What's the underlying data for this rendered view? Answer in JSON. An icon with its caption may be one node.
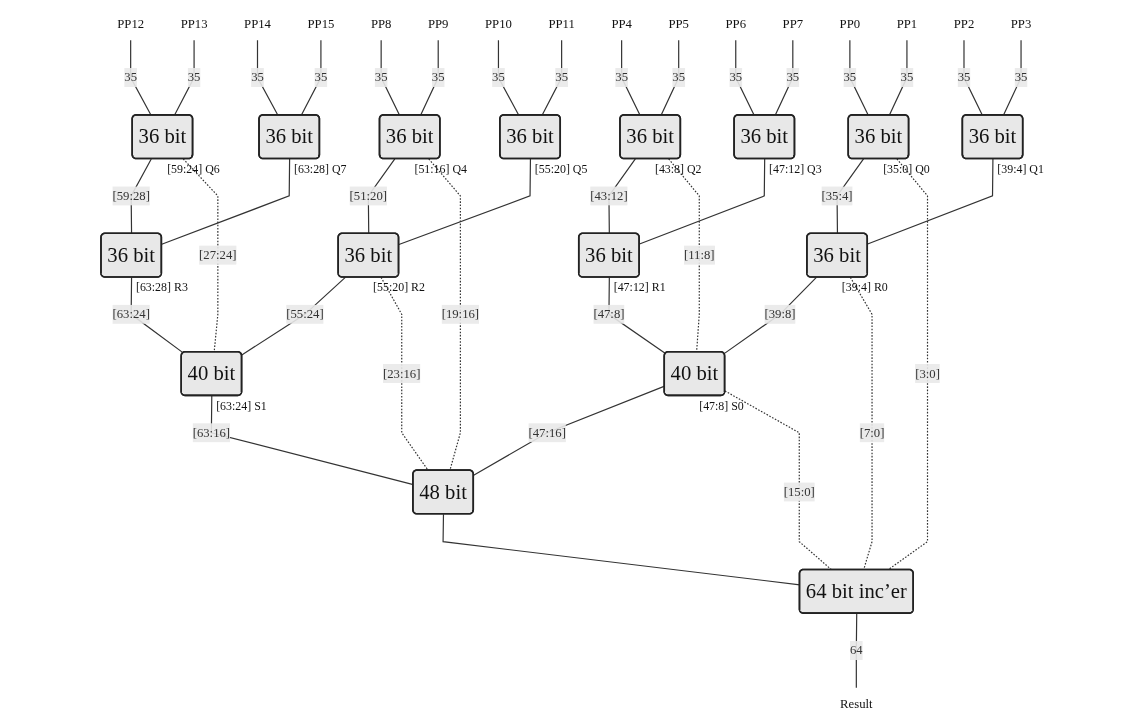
{
  "diagram": {
    "nodes": [
      {
        "text": [
          "PP0"
        ]
      },
      {
        "text": [
          "PP1"
        ]
      },
      {
        "text": [
          "PP2"
        ]
      },
      {
        "text": [
          "PP3"
        ]
      },
      {
        "text": [
          "PP4"
        ]
      },
      {
        "text": [
          "PP5"
        ]
      },
      {
        "text": [
          "PP6"
        ]
      },
      {
        "text": [
          "PP7"
        ]
      },
      {
        "text": [
          "PP8"
        ]
      },
      {
        "text": [
          "PP9"
        ]
      },
      {
        "text": [
          "PP10"
        ]
      },
      {
        "text": [
          "PP11"
        ]
      },
      {
        "text": [
          "PP12"
        ]
      },
      {
        "text": [
          "PP13"
        ]
      },
      {
        "text": [
          "PP14"
        ]
      },
      {
        "text": [
          "PP15"
        ]
      },
      {
        "text": [
          "36 bit"
        ],
        "beside": [
          "[35:0]",
          "Q0"
        ]
      },
      {
        "text": [
          "36 bit"
        ],
        "beside": [
          "[39:4]",
          "Q1"
        ]
      },
      {
        "text": [
          "36 bit"
        ],
        "beside": [
          "[43:8]",
          "Q2"
        ]
      },
      {
        "text": [
          "36 bit"
        ],
        "beside": [
          "[47:12]",
          "Q3"
        ]
      },
      {
        "text": [
          "36 bit"
        ],
        "beside": [
          "[51:16]",
          "Q4"
        ]
      },
      {
        "text": [
          "36 bit"
        ],
        "beside": [
          "[55:20]",
          "Q5"
        ]
      },
      {
        "text": [
          "36 bit"
        ],
        "beside": [
          "[59:24]",
          "Q6"
        ]
      },
      {
        "text": [
          "36 bit"
        ],
        "beside": [
          "[63:28]",
          "Q7"
        ]
      },
      {
        "text": [
          "36 bit"
        ],
        "beside": [
          "[39:4]",
          "R0"
        ]
      },
      {
        "text": [
          "36 bit"
        ],
        "beside": [
          "[47:12]",
          "R1"
        ]
      },
      {
        "text": [
          "36 bit"
        ],
        "beside": [
          "[55:20]",
          "R2"
        ]
      },
      {
        "text": [
          "36 bit"
        ],
        "beside": [
          "[63:28]",
          "R3"
        ]
      },
      {
        "text": [
          "40 bit"
        ],
        "beside": [
          "[47:8]",
          "S0"
        ]
      },
      {
        "text": [
          "40 bit"
        ],
        "beside": [
          "[63:24]",
          "S1"
        ]
      },
      {
        "text": [
          "48 bit"
        ]
      },
      {
        "text": [
          "64 bit inc’er"
        ]
      },
      {
        "text": [
          "Result"
        ]
      }
    ],
    "edges": [
      {
        "from": 0,
        "to": 16,
        "arrow": "none",
        "label": "35"
      },
      {
        "from": 1,
        "to": 16,
        "arrow": "none",
        "label": "35"
      },
      {
        "from": 2,
        "to": 17,
        "arrow": "none",
        "label": "35"
      },
      {
        "from": 3,
        "to": 17,
        "arrow": "none",
        "label": "35"
      },
      {
        "from": 4,
        "to": 18,
        "arrow": "none",
        "label": "35"
      },
      {
        "from": 5,
        "to": 18,
        "arrow": "none",
        "label": "35"
      },
      {
        "from": 6,
        "to": 19,
        "arrow": "none",
        "label": "35"
      },
      {
        "from": 7,
        "to": 19,
        "arrow": "none",
        "label": "35"
      },
      {
        "from": 8,
        "to": 20,
        "arrow": "none",
        "label": "35"
      },
      {
        "from": 9,
        "to": 20,
        "arrow": "none",
        "label": "35"
      },
      {
        "from": 10,
        "to": 21,
        "arrow": "none",
        "label": "35"
      },
      {
        "from": 11,
        "to": 21,
        "arrow": "none",
        "label": "35"
      },
      {
        "from": 12,
        "to": 22,
        "arrow": "none",
        "label": "35"
      },
      {
        "from": 13,
        "to": 22,
        "arrow": "none",
        "label": "35"
      },
      {
        "from": 14,
        "to": 23,
        "arrow": "none",
        "label": "35"
      },
      {
        "from": 15,
        "to": 23,
        "arrow": "none",
        "label": "35"
      },
      {
        "from": 16,
        "to": 24,
        "arrow": "none",
        "label": "[35:4]"
      },
      {
        "from": 17,
        "to": 24,
        "arrow": "none"
      },
      {
        "from": 18,
        "to": 25,
        "arrow": "none",
        "label": "[43:12]"
      },
      {
        "from": 19,
        "to": 25,
        "arrow": "none"
      },
      {
        "from": 20,
        "to": 26,
        "arrow": "none",
        "label": "[51:20]"
      },
      {
        "from": 21,
        "to": 26,
        "arrow": "none"
      },
      {
        "from": 22,
        "to": 27,
        "arrow": "none",
        "label": "[59:28]"
      },
      {
        "from": 23,
        "to": 27,
        "arrow": "none"
      },
      {
        "from": 24,
        "to": 28,
        "arrow": "none",
        "label": "[39:8]"
      },
      {
        "from": 25,
        "to": 28,
        "arrow": "none",
        "label": "[47:8]"
      },
      {
        "from": 26,
        "to": 29,
        "arrow": "none",
        "label": "[55:24]"
      },
      {
        "from": 27,
        "to": 29,
        "arrow": "none",
        "label": "[63:24]"
      },
      {
        "from": 28,
        "to": 30,
        "arrow": "none",
        "label": "[47:16]"
      },
      {
        "from": 29,
        "to": 30,
        "arrow": "none",
        "label": "[63:16]"
      },
      {
        "from": 30,
        "to": 31,
        "arrow": "none"
      },
      {
        "from": 31,
        "to": 32,
        "arrow": "none",
        "label": "64"
      },
      {
        "from": 16,
        "to": 31,
        "arrow": "none",
        "label": "[3:0]",
        "style": "dashed"
      },
      {
        "from": 18,
        "to": 28,
        "arrow": "none",
        "label": "[11:8]",
        "style": "dashed"
      },
      {
        "from": 20,
        "to": 30,
        "arrow": "none",
        "label": "[19:16]",
        "style": "dashed"
      },
      {
        "from": 22,
        "to": 29,
        "arrow": "none",
        "label": "[27:24]",
        "style": "dashed"
      },
      {
        "from": 24,
        "to": 31,
        "arrow": "none",
        "label": "[7:0]",
        "style": "dashed"
      },
      {
        "from": 26,
        "to": 30,
        "arrow": "none",
        "label": "[23:16]",
        "style": "dashed"
      },
      {
        "from": 28,
        "to": 31,
        "arrow": "none",
        "label": "[15:0]",
        "style": "dashed"
      }
    ]
  }
}
